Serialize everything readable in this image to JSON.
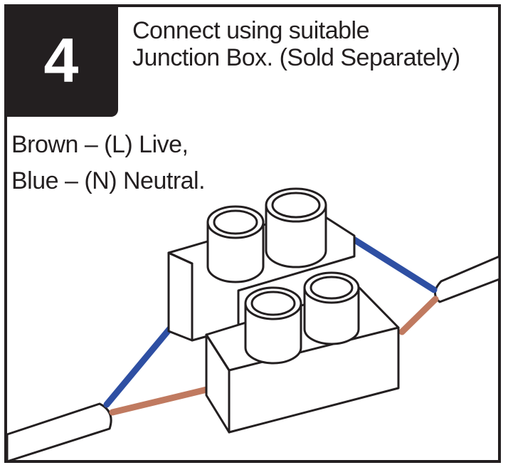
{
  "step": {
    "number": "4"
  },
  "heading": {
    "line1": "Connect using suitable",
    "line2": "Junction Box. (Sold Separately)"
  },
  "wire_legend": {
    "line1": "Brown – (L) Live,",
    "line2": "Blue – (N) Neutral."
  },
  "colors": {
    "frame": "#231f20",
    "brown_wire": "#c07a60",
    "blue_wire": "#2e4fa3",
    "outline": "#231f20",
    "fill": "#ffffff"
  }
}
